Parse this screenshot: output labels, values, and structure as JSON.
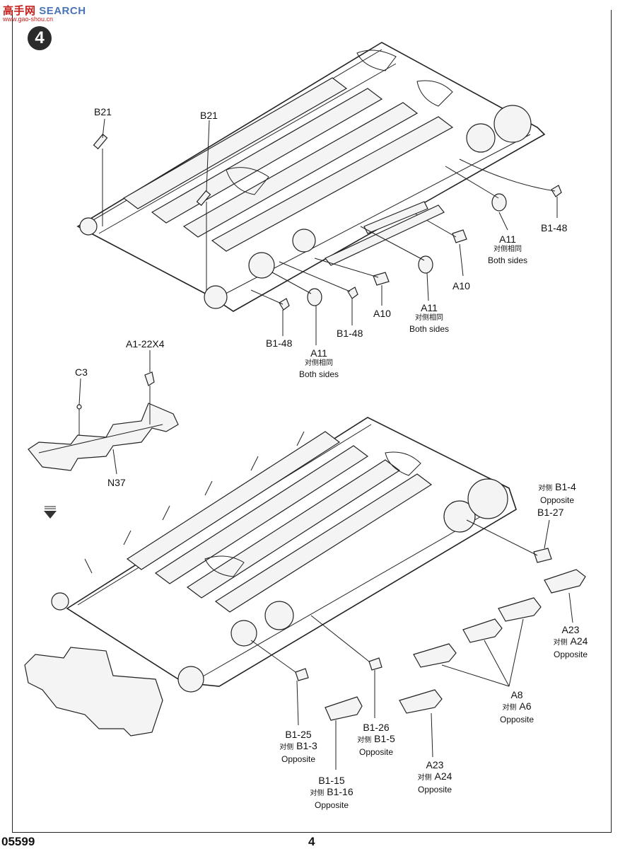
{
  "watermark": {
    "brand": "SEARCH",
    "cn": "高手网",
    "sub": "www.gao-shou.cn"
  },
  "step_number": "4",
  "labels_top": {
    "b21_left": "B21",
    "b21_right": "B21",
    "a11_right": {
      "code": "A11",
      "cn": "对侧相同",
      "en": "Both sides"
    },
    "b148_right": "B1-48",
    "a10_right": "A10",
    "a11_mid": {
      "code": "A11",
      "cn": "对侧相同",
      "en": "Both sides"
    },
    "a10_mid": "A10",
    "b148_mid": "B1-48",
    "b148_left": "B1-48",
    "a11_left": {
      "code": "A11",
      "cn": "对侧相同",
      "en": "Both sides"
    }
  },
  "labels_mid": {
    "a1_22x4": "A1-22X4",
    "c3": "C3",
    "n37": "N37"
  },
  "labels_bottom": {
    "b1_4": {
      "cn": "对侧",
      "code": "B1-4",
      "en": "Opposite"
    },
    "b1_27": "B1-27",
    "a23_right": {
      "code": "A23",
      "cn": "对侧",
      "code2": "A24",
      "en": "Opposite"
    },
    "a8": {
      "code": "A8",
      "cn": "对侧",
      "code2": "A6",
      "en": "Opposite"
    },
    "b1_25": {
      "code": "B1-25",
      "cn": "对侧",
      "code2": "B1-3",
      "en": "Opposite"
    },
    "b1_26": {
      "code": "B1-26",
      "cn": "对侧",
      "code2": "B1-5",
      "en": "Opposite"
    },
    "a23_mid": {
      "code": "A23",
      "cn": "对侧",
      "code2": "A24",
      "en": "Opposite"
    },
    "b1_15": {
      "code": "B1-15",
      "cn": "对侧",
      "code2": "B1-16",
      "en": "Opposite"
    }
  },
  "footer": {
    "catalog_no": "05599",
    "page_no": "4"
  }
}
